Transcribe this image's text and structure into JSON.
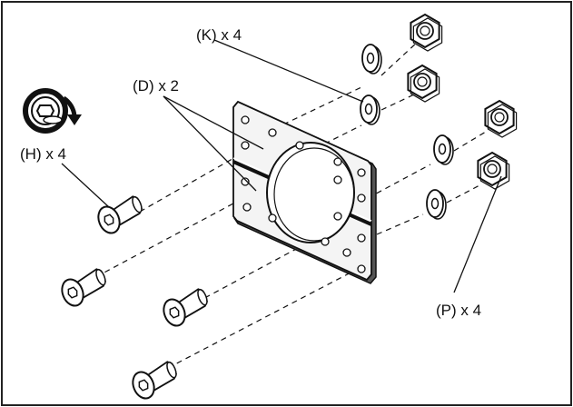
{
  "labels": {
    "fastener_h": "(H) x 4",
    "bracket_d": "(D) x 2",
    "washer_k": "(K) x 4",
    "nut_p": "(P) x 4"
  },
  "icons": {
    "tighten": "rotate-tighten-icon"
  },
  "colors": {
    "ink": "#111111",
    "plate": "#4a4a4a",
    "paper": "#ffffff",
    "border": "#222222"
  }
}
